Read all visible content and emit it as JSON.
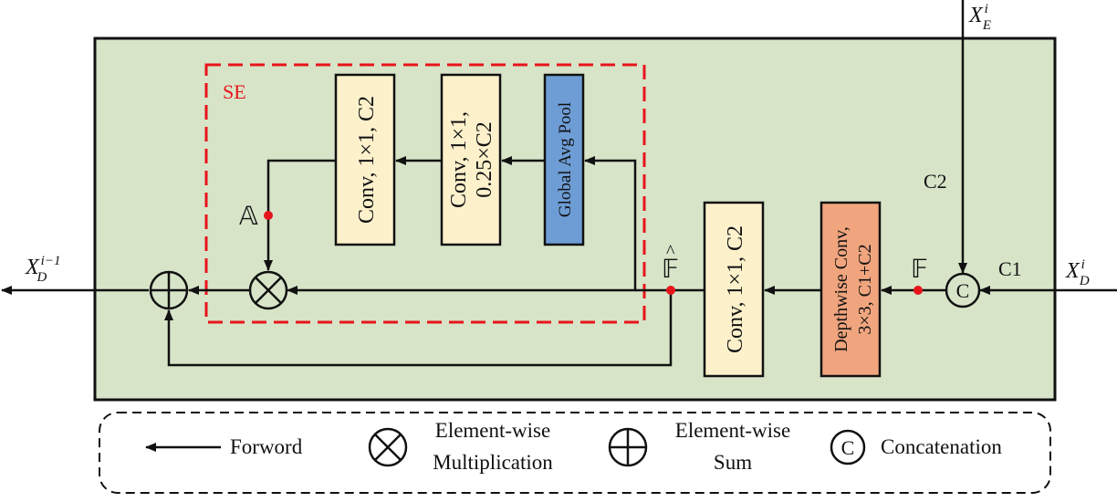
{
  "se_label": "SE",
  "blocks": {
    "conv_c2_top": "Conv, 1×1, C2",
    "conv_reduce_line1": "Conv, 1×1,",
    "conv_reduce_line2": "0.25×C2",
    "global_avg_pool": "Global Avg Pool",
    "conv_c2_main": "Conv, 1×1, C2",
    "depthwise_line1": "Depthwise Conv,",
    "depthwise_line2": "3×3, C1+C2"
  },
  "labels": {
    "x_e_base": "X",
    "x_e_sub": "E",
    "x_e_sup": "i",
    "x_d_in_base": "X",
    "x_d_in_sub": "D",
    "x_d_in_sup": "i",
    "x_d_out_base": "X",
    "x_d_out_sub": "D",
    "x_d_out_sup": "i−1",
    "c1": "C1",
    "c2": "C2",
    "f_symbol": "𝔽",
    "f_hat_symbol": "𝔽",
    "f_hat_accent": "^",
    "a_symbol": "𝔸",
    "concat_symbol": "C"
  },
  "legend": {
    "forward": "Forword",
    "mult_line1": "Element-wise",
    "mult_line2": "Multiplication",
    "sum_line1": "Element-wise",
    "sum_line2": "Sum",
    "concat_symbol": "C",
    "concat": "Concatenation"
  },
  "colors": {
    "module_bg": "#d7e4c8",
    "conv_fill": "#fdf1cc",
    "gap_fill": "#6e9dd6",
    "depthwise_fill": "#f0a57e",
    "se_border": "#e8141b",
    "point": "#e8141b"
  }
}
